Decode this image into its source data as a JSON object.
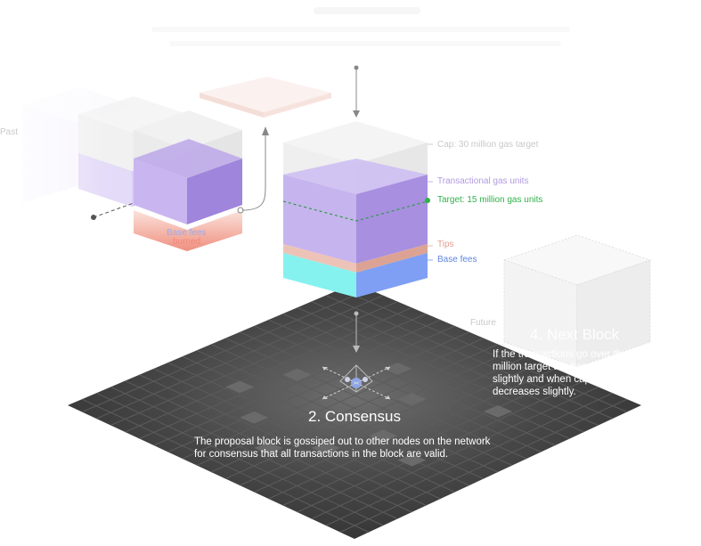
{
  "labels": {
    "past": "Past",
    "future": "Future",
    "base_fees_burned": "Base fees",
    "burned": "burned",
    "cap": "Cap: 30 million gas target",
    "transactional": "Transactional gas units",
    "target": "Target: 15 million gas units",
    "tips": "Tips",
    "base_fees": "Base fees"
  },
  "step2": {
    "title": "2. Consensus",
    "description_line1": "The proposal block is gossiped out to other nodes on the network",
    "description_line2": "for consensus that all transactions in the block are valid."
  },
  "step4": {
    "title": "4. Next Block",
    "description_line1": "If the transactions go over the 15",
    "description_line2": "million target the base fee increases",
    "description_line3": "slightly and when capacity is low it",
    "description_line4": "decreases slightly."
  },
  "colors": {
    "grid_dark": "#3d3d3d",
    "grid_line": "#5a5a5a",
    "purple": "#b7a4e6",
    "purple_dark": "#9a82d8",
    "tips": "#e8b3a6",
    "base_fee_cyan": "#7ff0ee",
    "base_fee_blue": "#7f9ef2",
    "target_green": "#2fb24a",
    "burned_red": "#f08a7a",
    "label_purple": "#a48ad6",
    "label_blue": "#5d86e0",
    "label_tips": "#e2a08f"
  },
  "icons": [
    "node-cluster-icon",
    "arrow-up-icon",
    "arrow-down-icon"
  ]
}
